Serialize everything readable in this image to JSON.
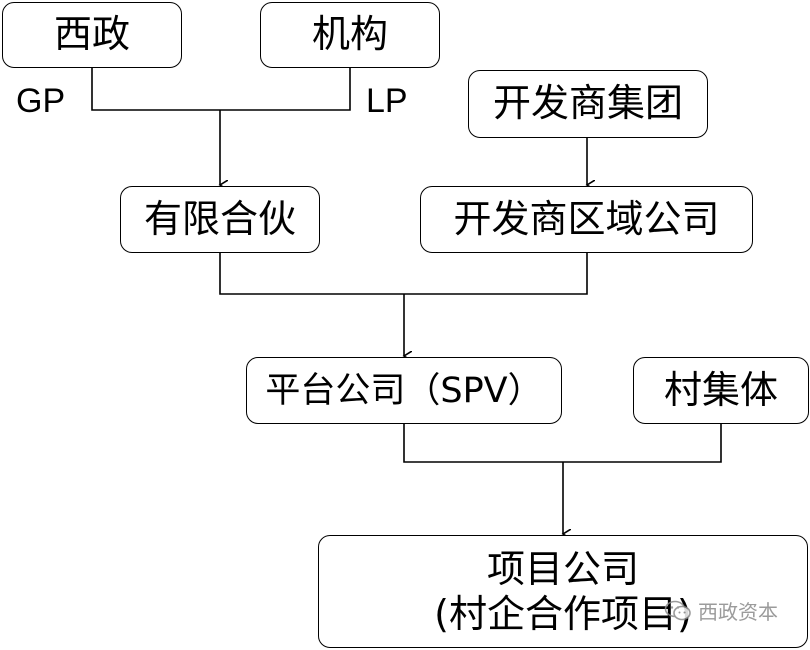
{
  "nodes": {
    "xizheng": "西政",
    "jigou": "机构",
    "developer_group": "开发商集团",
    "limited_partnership": "有限合伙",
    "developer_regional": "开发商区域公司",
    "platform_company": "平台公司（SPV）",
    "village_collective": "村集体",
    "project_company_line1": "项目公司",
    "project_company_line2": "(村企合作项目)"
  },
  "edge_labels": {
    "gp": "GP",
    "lp": "LP"
  },
  "watermark": {
    "icon": "wechat-icon",
    "text": "西政资本"
  },
  "colors": {
    "line": "#000000",
    "watermark": "#8a8a8a"
  }
}
